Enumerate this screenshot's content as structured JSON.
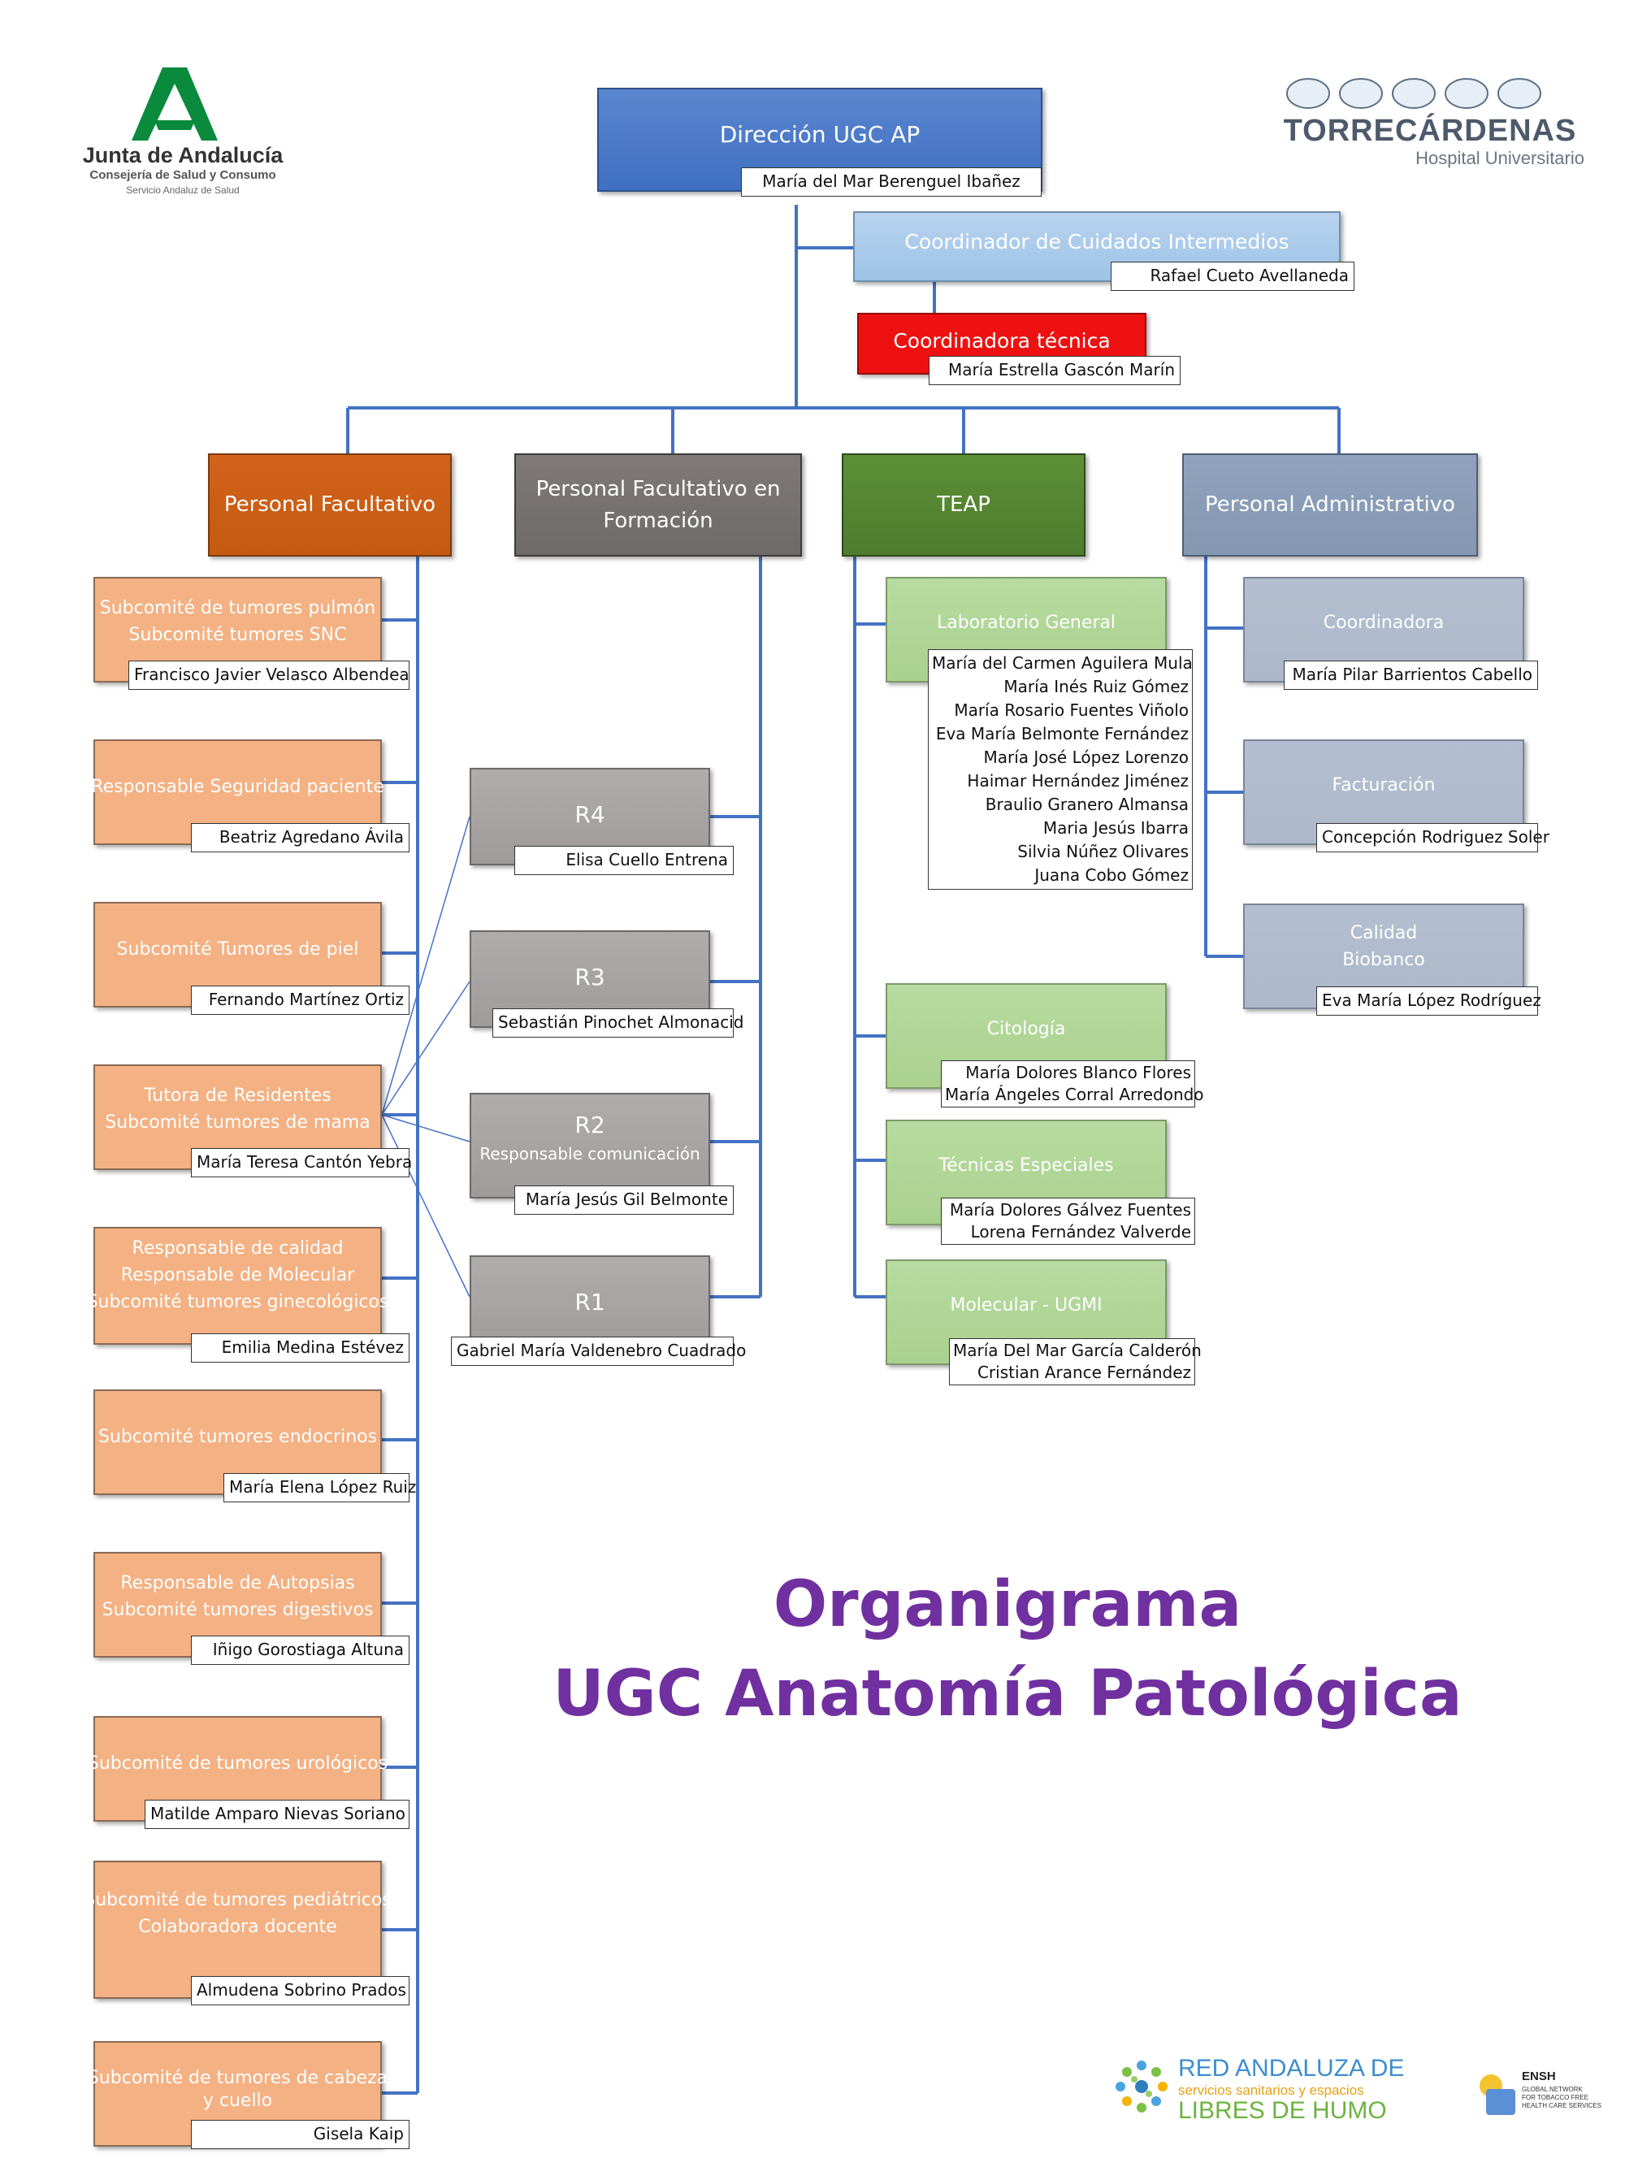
{
  "colors": {
    "line": "#4472c4",
    "title": "#7030a0"
  },
  "logos": {
    "junta": {
      "name": "Junta de Andalucía",
      "line1": "Consejería de Salud y Consumo",
      "line2": "Servicio Andaluz de Salud"
    },
    "torrecardenas": {
      "name": "TORRECÁRDENAS",
      "subtitle": "Hospital Universitario"
    },
    "red": {
      "line1": "RED ANDALUZA DE",
      "line2": "servicios sanitarios y espacios",
      "line3": "LIBRES DE HUMO"
    },
    "ensh": {
      "name": "ENSH",
      "l1": "GLOBAL NETWORK",
      "l2": "FOR TOBACCO FREE",
      "l3": "HEALTH CARE SERVICES"
    }
  },
  "title": {
    "line1": "Organigrama",
    "line2": "UGC Anatomía Patológica"
  },
  "direccion": {
    "title": "Dirección UGC AP",
    "person": "María del Mar Berenguel Ibañez"
  },
  "coordinador": {
    "title": "Coordinador de Cuidados Intermedios",
    "person": "Rafael Cueto Avellaneda"
  },
  "coord_tecnica": {
    "title": "Coordinadora técnica",
    "person": "María Estrella Gascón Marín"
  },
  "categories": {
    "facultativo": "Personal Facultativo",
    "formacion": {
      "l1": "Personal Facultativo en",
      "l2": "Formación"
    },
    "teap": "TEAP",
    "administrativo": "Personal Administrativo"
  },
  "facultativos": [
    {
      "lines": [
        "Subcomité de tumores pulmón",
        "Subcomité tumores SNC"
      ],
      "person": "Francisco Javier Velasco Albendea"
    },
    {
      "lines": [
        "Responsable Seguridad  paciente"
      ],
      "person": "Beatriz Agredano Ávila"
    },
    {
      "lines": [
        "Subcomité Tumores de piel"
      ],
      "person": "Fernando Martínez Ortiz"
    },
    {
      "lines": [
        "Tutora de Residentes",
        "Subcomité tumores de mama"
      ],
      "person": "María Teresa Cantón Yebra"
    },
    {
      "lines": [
        "Responsable de calidad",
        "Responsable de Molecular",
        "Subcomité tumores ginecológicos"
      ],
      "person": "Emilia Medina Estévez"
    },
    {
      "lines": [
        "Subcomité tumores endocrinos"
      ],
      "person": "María Elena López Ruiz"
    },
    {
      "lines": [
        "Responsable de Autopsias",
        "Subcomité tumores digestivos"
      ],
      "person": "Iñigo Gorostiaga Altuna"
    },
    {
      "lines": [
        "Subcomité de tumores urológicos"
      ],
      "person": "Matilde Amparo Nievas Soriano"
    },
    {
      "lines": [
        "Subcomité de tumores pediátricos",
        "Colaboradora docente"
      ],
      "person": "Almudena Sobrino Prados"
    },
    {
      "lines": [
        "Subcomité de tumores de cabeza",
        "y cuello"
      ],
      "person": "Gisela Kaip"
    }
  ],
  "residentes": [
    {
      "title": "R4",
      "sub": "",
      "person": "Elisa Cuello Entrena"
    },
    {
      "title": "R3",
      "sub": "",
      "person": "Sebastián Pinochet Almonacid"
    },
    {
      "title": "R2",
      "sub": "Responsable comunicación",
      "person": "María Jesús Gil Belmonte"
    },
    {
      "title": "R1",
      "sub": "",
      "person": "Gabriel María Valdenebro Cuadrado"
    }
  ],
  "teap": [
    {
      "title": "Laboratorio General",
      "people": [
        "María del Carmen Aguilera Mula",
        "María Inés Ruiz Gómez",
        "María Rosario Fuentes Viñolo",
        "Eva María Belmonte Fernández",
        "María José López Lorenzo",
        "Haimar Hernández Jiménez",
        "Braulio Granero Almansa",
        "Maria Jesús Ibarra",
        "Silvia Núñez Olivares",
        "Juana Cobo Gómez"
      ]
    },
    {
      "title": "Citología",
      "people": [
        "María Dolores Blanco Flores",
        "María Ángeles Corral Arredondo"
      ]
    },
    {
      "title": "Técnicas Especiales",
      "people": [
        "María Dolores Gálvez Fuentes",
        "Lorena Fernández Valverde"
      ]
    },
    {
      "title": "Molecular - UGMI",
      "people": [
        "María Del Mar García Calderón",
        "Cristian Arance Fernández"
      ]
    }
  ],
  "administrativos": [
    {
      "lines": [
        "Coordinadora"
      ],
      "person": "María Pilar Barrientos Cabello"
    },
    {
      "lines": [
        "Facturación"
      ],
      "person": "Concepción Rodriguez Soler"
    },
    {
      "lines": [
        "Calidad",
        "Biobanco"
      ],
      "person": "Eva María López Rodríguez"
    }
  ]
}
